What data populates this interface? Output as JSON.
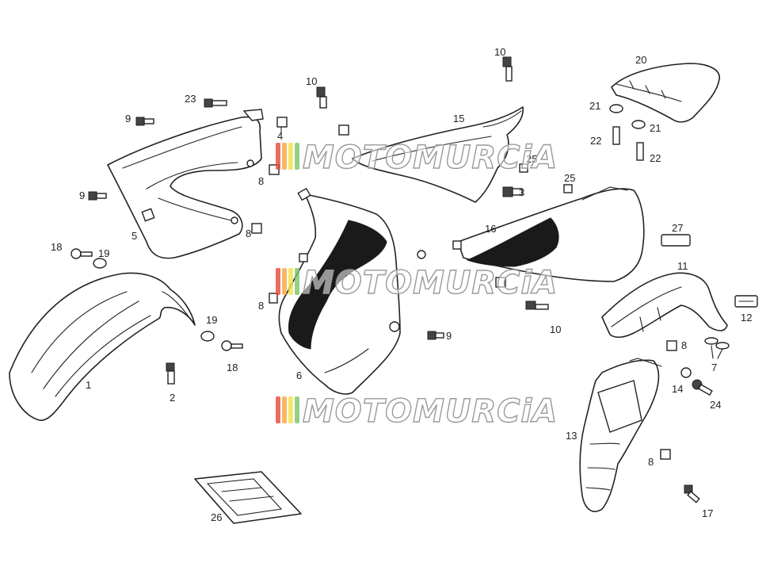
{
  "callouts": {
    "c1": "1",
    "c2": "2",
    "c3": "3",
    "c4": "4",
    "c5": "5",
    "c6": "6",
    "c7": "7",
    "c8a": "8",
    "c8b": "8",
    "c8c": "8",
    "c8d": "8",
    "c8e": "8",
    "c9a": "9",
    "c9b": "9",
    "c9c": "9",
    "c10a": "10",
    "c10b": "10",
    "c10c": "10",
    "c11": "11",
    "c12": "12",
    "c13": "13",
    "c14": "14",
    "c15": "15",
    "c16": "16",
    "c17": "17",
    "c18a": "18",
    "c18b": "18",
    "c19a": "19",
    "c19b": "19",
    "c20": "20",
    "c21a": "21",
    "c21b": "21",
    "c22a": "22",
    "c22b": "22",
    "c23": "23",
    "c24": "24",
    "c25a": "25",
    "c25b": "25",
    "c26": "26",
    "c27": "27"
  },
  "watermark": {
    "text": "MOTOMURCiA",
    "colors": [
      "#e8473a",
      "#f2a93b",
      "#f4e04d",
      "#7cc36b"
    ]
  }
}
